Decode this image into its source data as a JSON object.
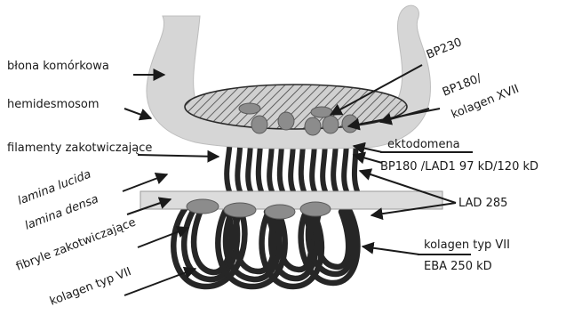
{
  "labels": {
    "blona_komorkowa": "błona komórkowa",
    "hemidesmosom": "hemidesmosom",
    "filamenty": "filamenty zakotwiczające",
    "lamina_lucida": "lamina lucida",
    "lamina_densa": "lamina densa",
    "fibryle": "fibryle zakotwiczające",
    "kolagen_vii_left": "kolagen typ VII",
    "bp230": "BP230",
    "bp180_line1": "BP180/",
    "bp180_line2": "kolagen XVII",
    "ektodomena": "ektodomena",
    "bp180_lad1": "BP180 /LAD1 97 kD/120 kD",
    "lad285": "LAD 285",
    "kolagen_vii_right": "kolagen typ VII",
    "eba": "EBA 250 kD"
  },
  "colors": {
    "membrane": "#d6d6d6",
    "plaque_fill": "#c8c8c8",
    "protein": "#8c8c8c",
    "filament": "#262626",
    "lamina_densa": "#dcdcdc",
    "text": "#1a1a1a"
  }
}
